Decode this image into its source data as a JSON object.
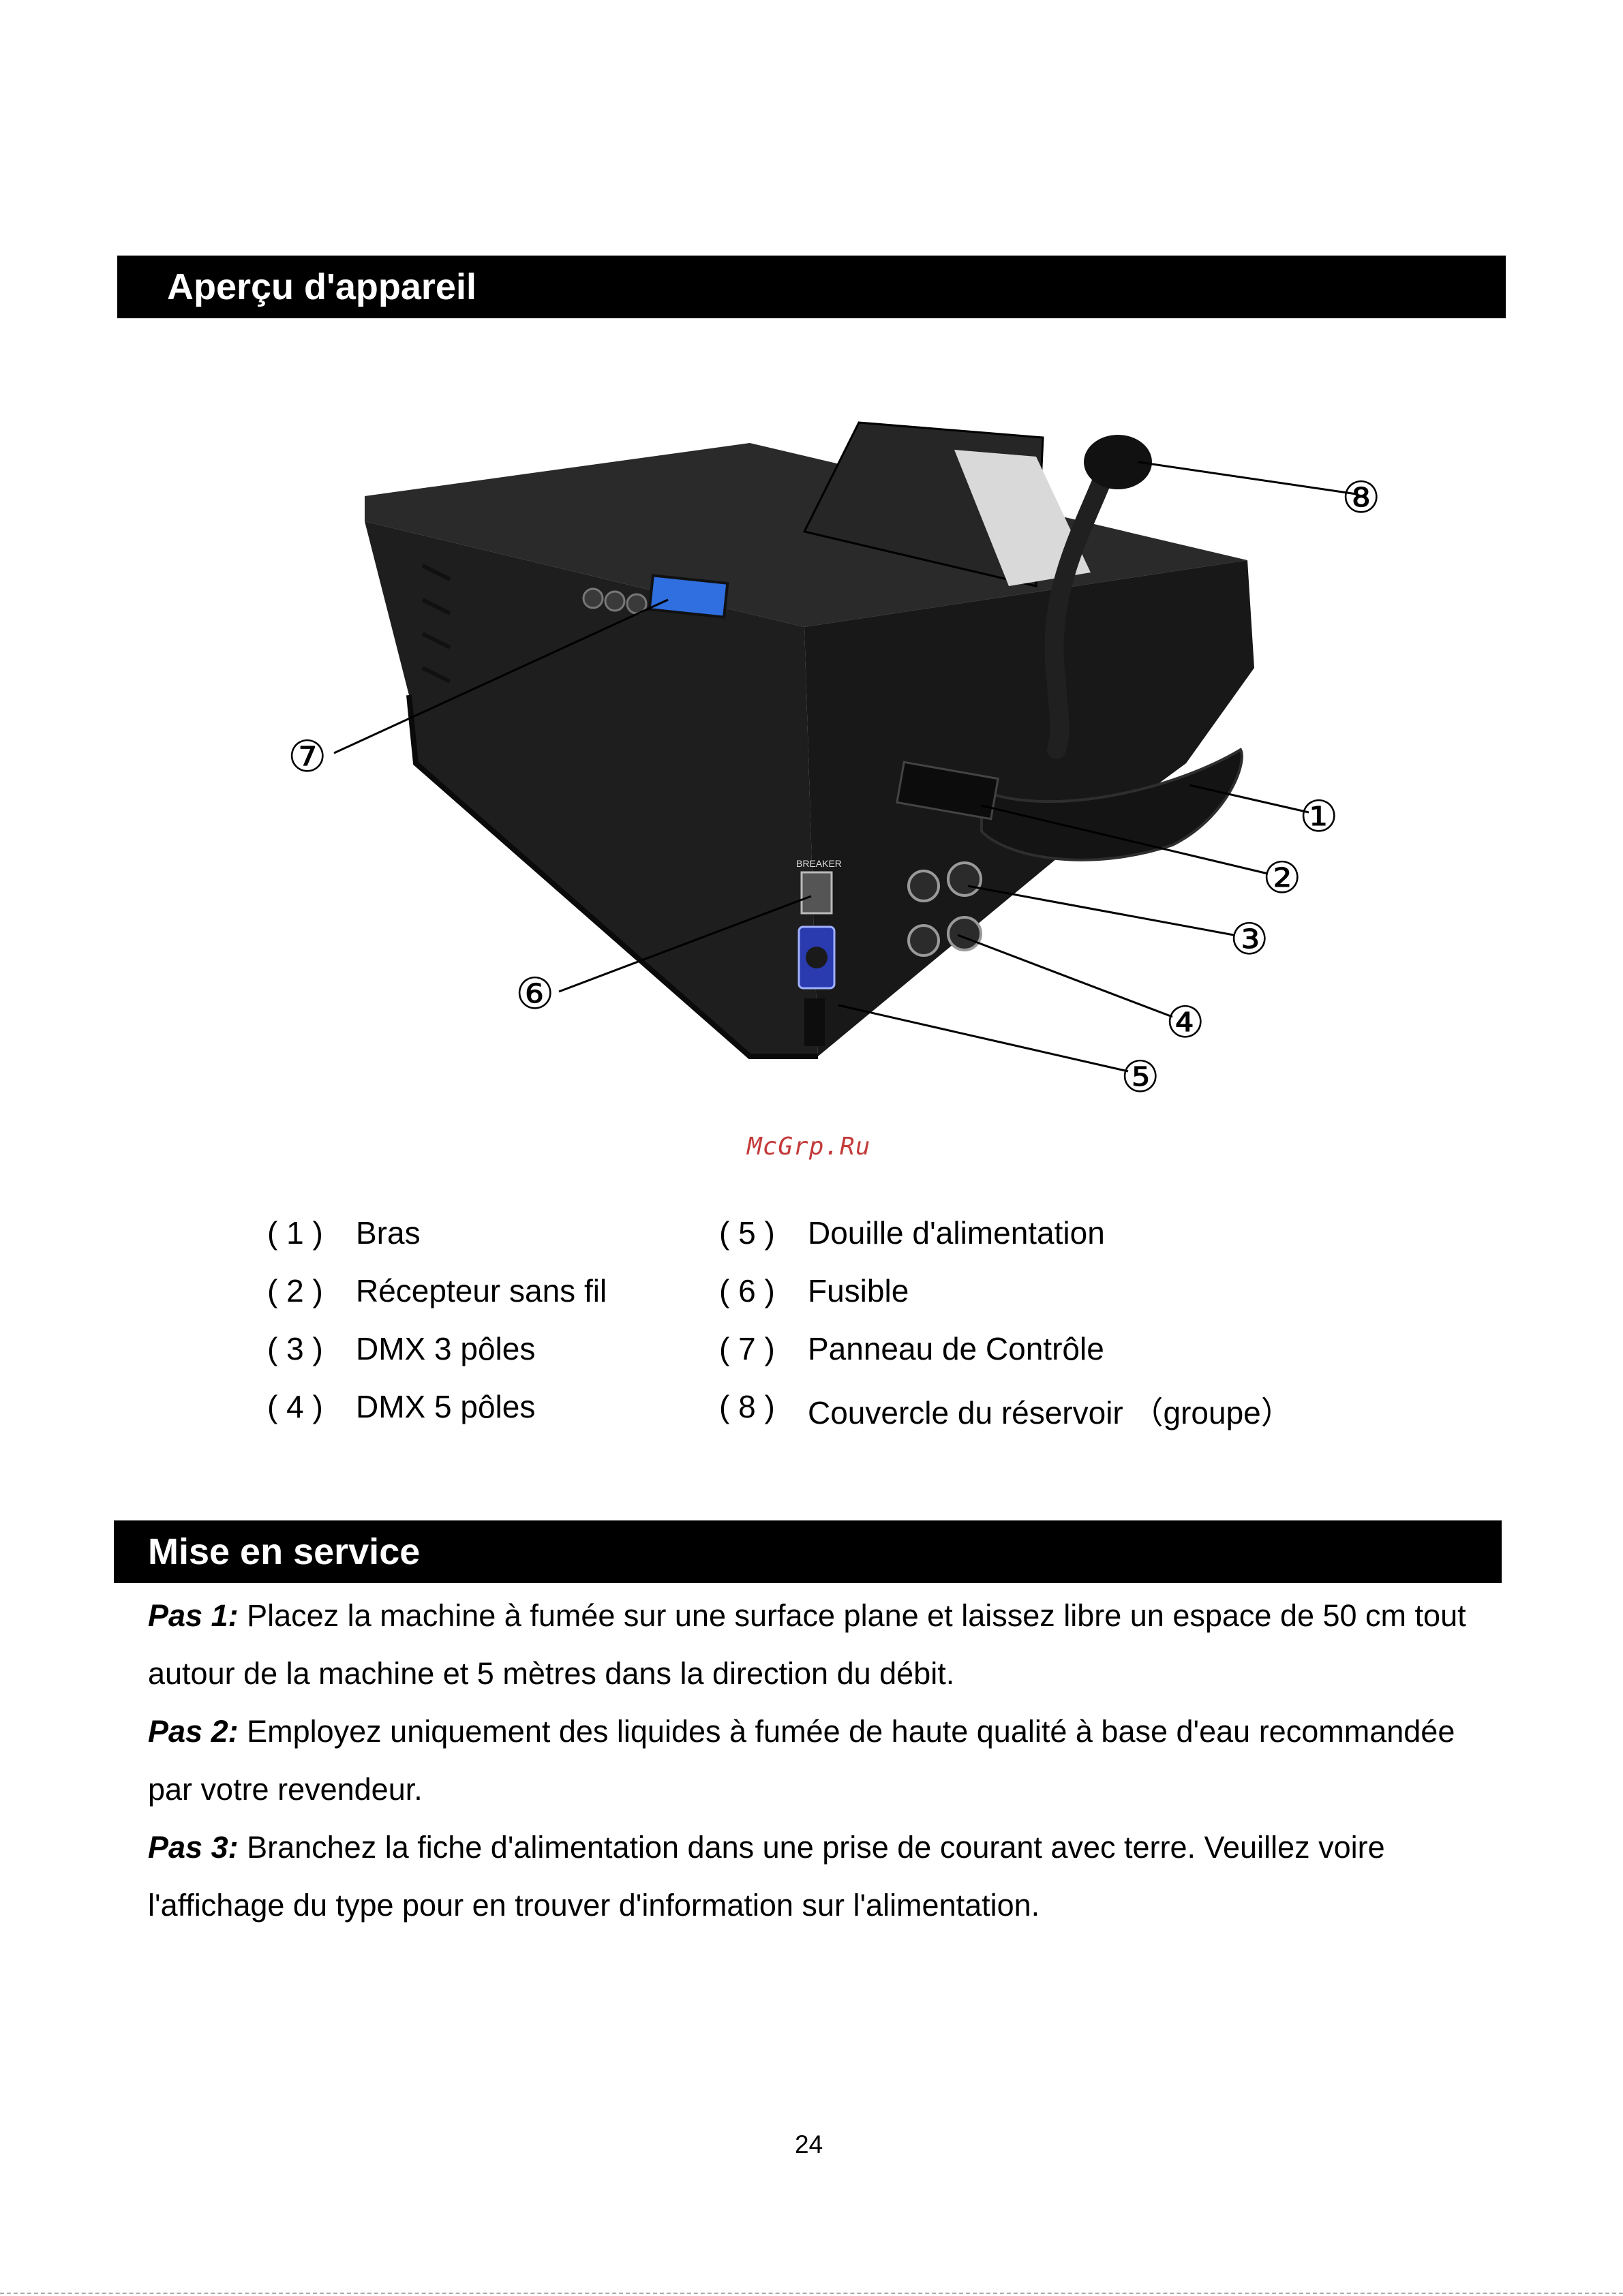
{
  "sections": {
    "overview_title": "Aperçu d'appareil",
    "setup_title": "Mise en service"
  },
  "figure": {
    "callouts": [
      "①",
      "②",
      "③",
      "④",
      "⑤",
      "⑥",
      "⑦",
      "⑧"
    ],
    "device_label": "BREAKER"
  },
  "watermark": "McGrp.Ru",
  "legend": {
    "left": [
      {
        "num": "( 1 )",
        "label": "Bras"
      },
      {
        "num": "( 2 )",
        "label": "Récepteur sans fil"
      },
      {
        "num": "( 3 )",
        "label": "DMX 3 pôles"
      },
      {
        "num": "( 4 )",
        "label": "DMX 5 pôles"
      }
    ],
    "right": [
      {
        "num": "( 5 )",
        "label": "Douille d'alimentation"
      },
      {
        "num": "( 6 )",
        "label": "Fusible"
      },
      {
        "num": "( 7 )",
        "label": "Panneau de Contrôle"
      },
      {
        "num": "( 8 )",
        "label": "Couvercle du réservoir （groupe）"
      }
    ]
  },
  "steps": [
    {
      "label": "Pas 1:",
      "text": " Placez la machine à fumée sur une surface plane et laissez libre un espace de 50 cm tout autour de la machine et 5 mètres dans la direction du débit."
    },
    {
      "label": "Pas 2:",
      "text": " Employez uniquement des liquides à fumée de haute qualité à base d'eau recommandée par votre revendeur."
    },
    {
      "label": "Pas 3:",
      "text": " Branchez la fiche d'alimentation dans une prise de courant avec terre. Veuillez voire l'affichage du type pour en trouver d'information sur l'alimentation."
    }
  ],
  "page_number": "24",
  "colors": {
    "bar": "#000000",
    "device_body": "#1c1c1c",
    "display": "#2f6fe0",
    "watermark": "#c43a3a",
    "power_socket": "#2a3bb0"
  }
}
